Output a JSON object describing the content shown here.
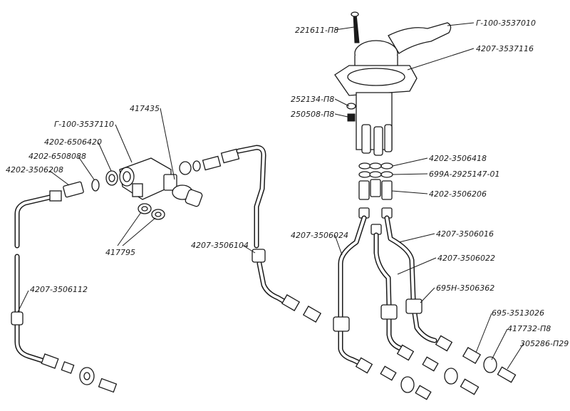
{
  "labels": {
    "bolt": "221611-П8",
    "handle": "Г-100-3537010",
    "valve_body": "4207-3537116",
    "washer_upper": "252134-П8",
    "nut": "250508-П8",
    "washers_a": "4202-3506418",
    "ring": "699А-2925147-01",
    "fittings": "4202-3506206",
    "hose_right_1": "4207-3506016",
    "hose_center_left": "4207-3506024",
    "hose_center": "4207-3506022",
    "clamp": "695Н-3506362",
    "fitting_a": "695-3513026",
    "washer_b": "417732-П8",
    "nipple": "305286-П29",
    "tee_valve": "417435",
    "tee_cap": "Г-100-3537110",
    "gasket_1": "4202-6506420",
    "gasket_2": "4202-6508088",
    "union": "4202-3506208",
    "washers_tee": "417795",
    "pipe_right_left": "4207-3506104",
    "pipe_left": "4207-3506112"
  }
}
